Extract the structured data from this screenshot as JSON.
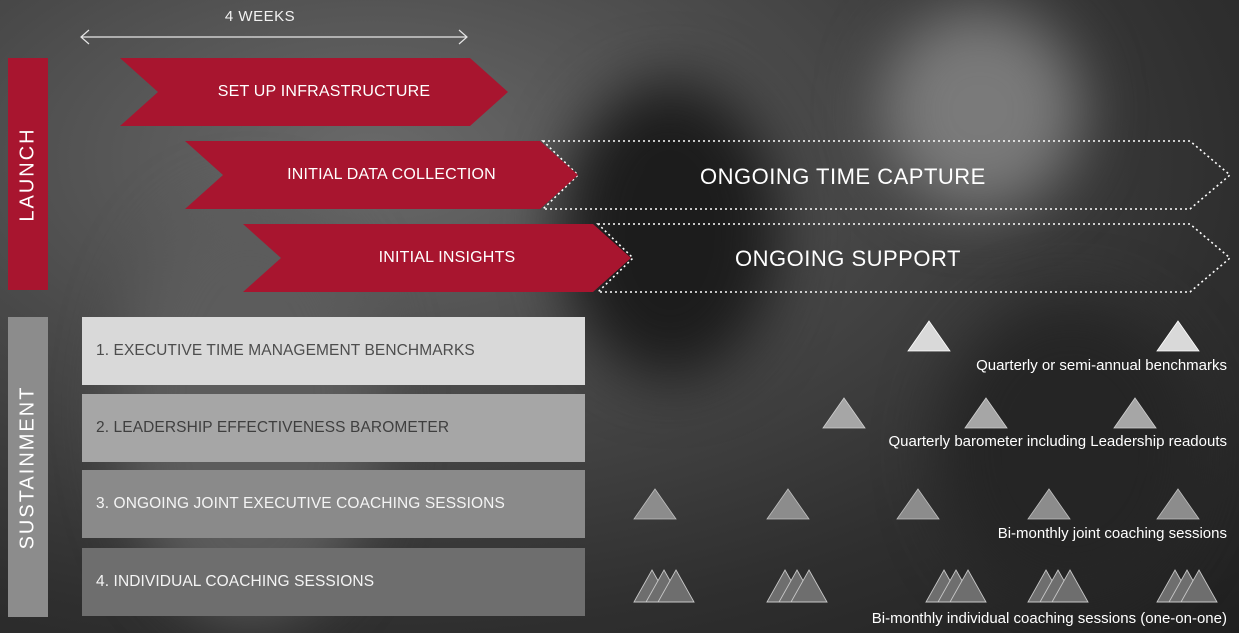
{
  "timeline": {
    "duration_label": "4 WEEKS"
  },
  "side_labels": {
    "launch": "LAUNCH",
    "sustainment": "SUSTAINMENT"
  },
  "launch_steps": [
    {
      "label": "SET UP INFRASTRUCTURE"
    },
    {
      "label": "INITIAL DATA COLLECTION",
      "ongoing": "ONGOING TIME CAPTURE"
    },
    {
      "label": "INITIAL INSIGHTS",
      "ongoing": "ONGOING SUPPORT"
    }
  ],
  "sustainment_items": [
    {
      "label": "1. EXECUTIVE TIME MANAGEMENT BENCHMARKS",
      "cadence": "Quarterly or semi-annual benchmarks",
      "marker_count": 2
    },
    {
      "label": "2. LEADERSHIP EFFECTIVENESS BAROMETER",
      "cadence": "Quarterly barometer including Leadership readouts",
      "marker_count": 3
    },
    {
      "label": "3. ONGOING JOINT EXECUTIVE COACHING SESSIONS",
      "cadence": "Bi-monthly joint coaching sessions",
      "marker_count": 5
    },
    {
      "label": "4. INDIVIDUAL COACHING SESSIONS",
      "cadence": "Bi-monthly individual coaching sessions (one-on-one)",
      "marker_count": 5
    }
  ],
  "colors": {
    "launch_red": "#a8152f",
    "marker_fill": "#d9d9d9",
    "marker_fill_dark": "#8c8c8c"
  },
  "icons": {
    "marker": "triangle-icon",
    "duration": "double-arrow-icon"
  }
}
